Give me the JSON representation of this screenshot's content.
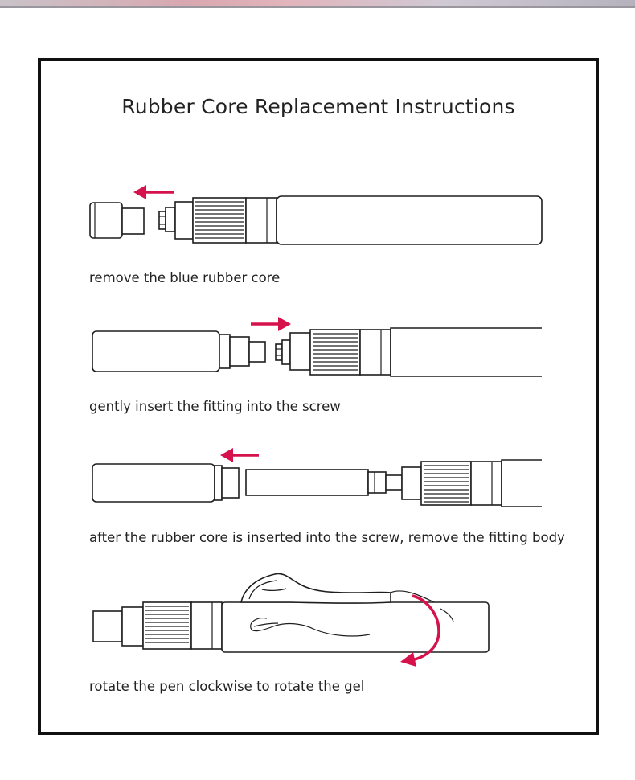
{
  "title": "Rubber Core Replacement Instructions",
  "steps": [
    {
      "caption": "remove the blue rubber core"
    },
    {
      "caption": "gently insert the fitting into the screw"
    },
    {
      "caption": "after the rubber core is inserted into the screw, remove the fitting body"
    },
    {
      "caption": "rotate the pen clockwise to rotate the gel"
    }
  ],
  "colors": {
    "arrow": "#d6124d",
    "frame": "#111111",
    "line": "#1e1e1e"
  },
  "icons": [
    "arrow-left-icon",
    "arrow-right-icon",
    "arrow-left-icon",
    "rotate-clockwise-icon",
    "hand-icon"
  ]
}
